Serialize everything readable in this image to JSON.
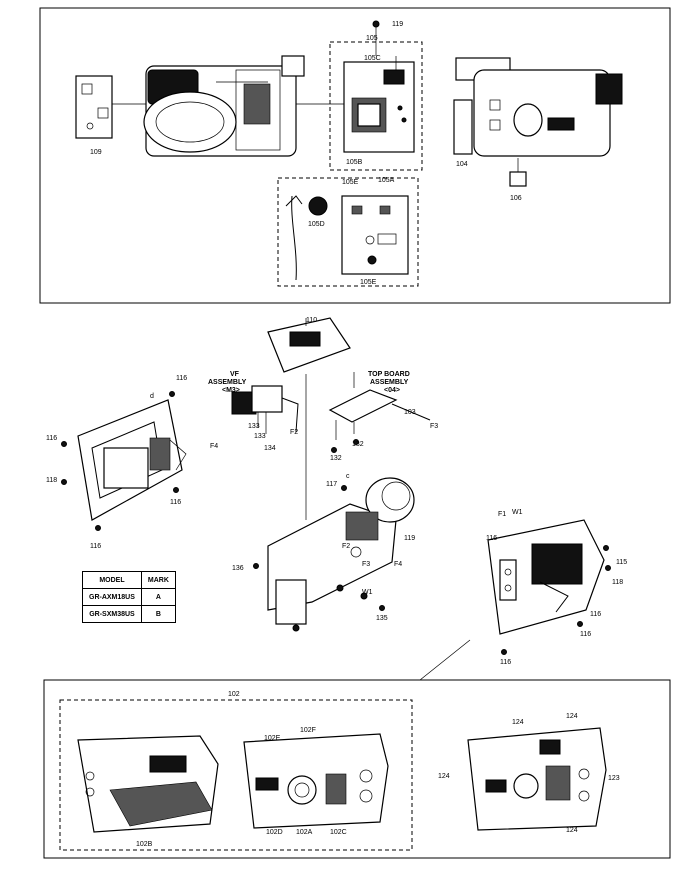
{
  "labels": {
    "p109": "109",
    "p105": "105",
    "p119_top": "119",
    "p105C": "105C",
    "p105B": "105B",
    "p104": "104",
    "p106": "106",
    "p105E_a": "105E",
    "p105A": "105A",
    "p105D": "105D",
    "p105E_b": "105E",
    "p110": "110",
    "vf_assembly_line1": "VF",
    "vf_assembly_line2": "ASSEMBLY",
    "vf_assembly_line3": "<M3>",
    "top_board_line1": "TOP BOARD",
    "top_board_line2": "ASSEMBLY",
    "top_board_line3": "<04>",
    "p103": "103",
    "f3_a": "F3",
    "p116_a": "116",
    "d_a": "d",
    "p133": "133",
    "p134": "134",
    "f2_a": "F2",
    "f4_a": "F4",
    "p132_a": "132",
    "p132_b": "132",
    "p116_b": "116",
    "p118_a": "118",
    "p116_c": "116",
    "p116_d": "116",
    "p117": "117",
    "c": "c",
    "p136": "136",
    "f2_b": "F2",
    "f3_b": "F3",
    "f4_b": "F4",
    "w1_a": "W1",
    "p135": "135",
    "p119_mid": "119",
    "f1": "F1",
    "w1_b": "W1",
    "p116_e": "116",
    "p115": "115",
    "p118_b": "118",
    "p116_f": "116",
    "p116_g": "116",
    "p116_h": "116",
    "p102": "102",
    "p102E": "102E",
    "p102F": "102F",
    "p102B": "102B",
    "p102D": "102D",
    "p102A": "102A",
    "p102C": "102C",
    "p124_a": "124",
    "p124_b": "124",
    "p124_c": "124",
    "p124_d": "124",
    "p123": "123"
  },
  "model_table": {
    "headers": [
      "MODEL",
      "MARK"
    ],
    "rows": [
      [
        "GR-AXM18US",
        "A"
      ],
      [
        "GR-SXM38US",
        "B"
      ]
    ]
  }
}
